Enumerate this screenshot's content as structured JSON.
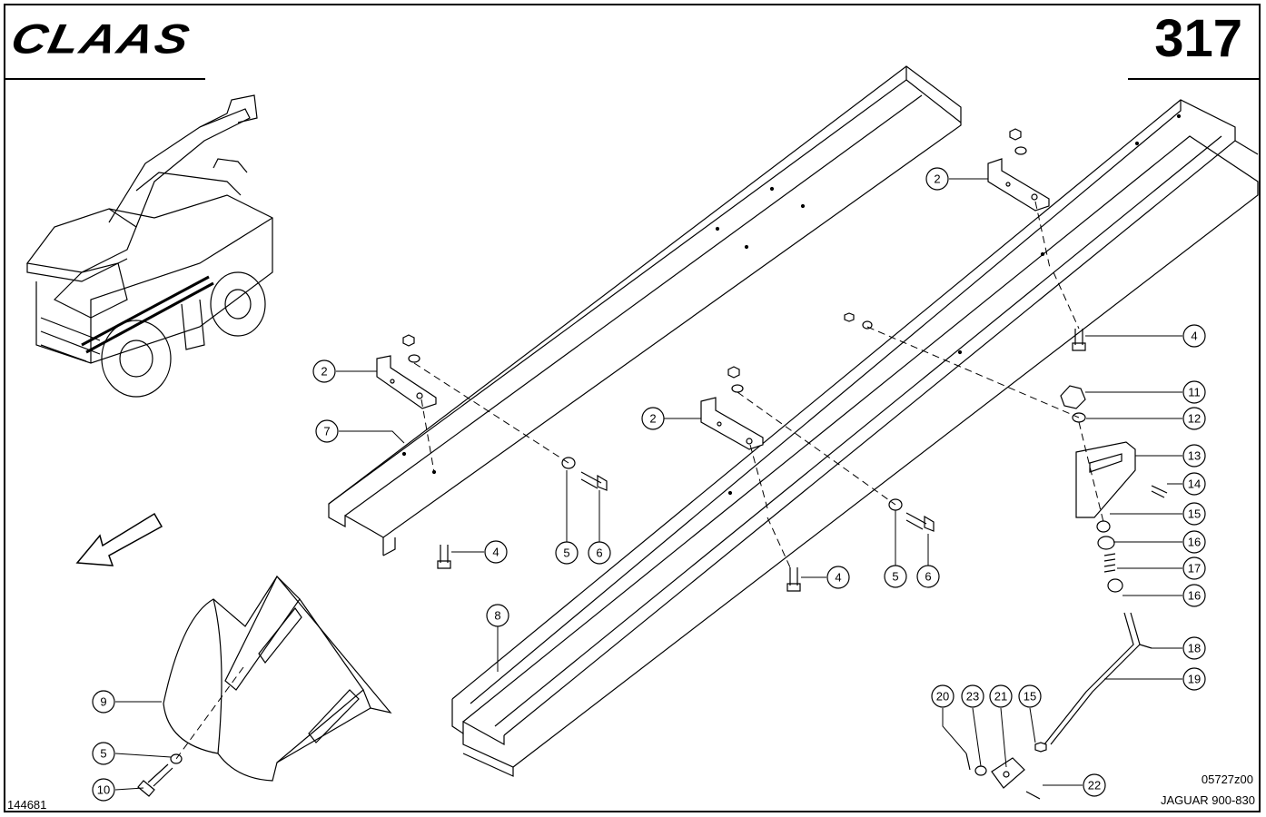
{
  "header": {
    "brand": "CLAAS",
    "page_number": "317"
  },
  "footer": {
    "left_code": "144681",
    "drawing_code": "05727z00",
    "model": "JAGUAR 900-830"
  },
  "callouts": [
    {
      "id": "c2a",
      "label": "2"
    },
    {
      "id": "c2b",
      "label": "2"
    },
    {
      "id": "c2c",
      "label": "2"
    },
    {
      "id": "c4a",
      "label": "4"
    },
    {
      "id": "c4b",
      "label": "4"
    },
    {
      "id": "c4c",
      "label": "4"
    },
    {
      "id": "c5a",
      "label": "5"
    },
    {
      "id": "c5b",
      "label": "5"
    },
    {
      "id": "c5c",
      "label": "5"
    },
    {
      "id": "c6a",
      "label": "6"
    },
    {
      "id": "c6b",
      "label": "6"
    },
    {
      "id": "c7",
      "label": "7"
    },
    {
      "id": "c8",
      "label": "8"
    },
    {
      "id": "c9",
      "label": "9"
    },
    {
      "id": "c10",
      "label": "10"
    },
    {
      "id": "c11",
      "label": "11"
    },
    {
      "id": "c12",
      "label": "12"
    },
    {
      "id": "c13",
      "label": "13"
    },
    {
      "id": "c14",
      "label": "14"
    },
    {
      "id": "c15a",
      "label": "15"
    },
    {
      "id": "c15b",
      "label": "15"
    },
    {
      "id": "c16a",
      "label": "16"
    },
    {
      "id": "c16b",
      "label": "16"
    },
    {
      "id": "c17",
      "label": "17"
    },
    {
      "id": "c18",
      "label": "18"
    },
    {
      "id": "c19",
      "label": "19"
    },
    {
      "id": "c20",
      "label": "20"
    },
    {
      "id": "c21",
      "label": "21"
    },
    {
      "id": "c22",
      "label": "22"
    },
    {
      "id": "c23",
      "label": "23"
    }
  ]
}
